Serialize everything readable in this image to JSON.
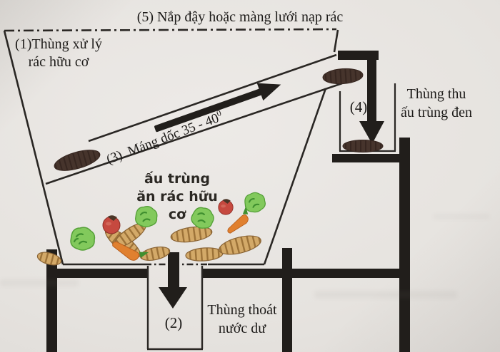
{
  "figure": {
    "labels": {
      "lid": "(5) Nắp đậy hoặc màng lưới nạp rác",
      "bin_line1": "(1)Thùng xử lý",
      "bin_line2": "rác hữu cơ",
      "chute": "(3)  Máng dốc 35 - 40",
      "chute_degree": "0",
      "collect_num": "(4)",
      "collect_line1": "Thùng thu",
      "collect_line2": "ấu trùng đen",
      "larvae_line1": "ấu trùng",
      "larvae_line2": "ăn rác hữu cơ",
      "drain_num": "(2)",
      "drain_line1": "Thùng thoát",
      "drain_line2": "nước dư"
    },
    "colors": {
      "paper": "#e6e3df",
      "ink": "#1d1b19",
      "bar_black": "#211e1b",
      "larva_tan": "#d3a968",
      "larva_stripe": "#9c7238",
      "larva_dark": "#46342c",
      "cabbage_green": "#82c95c",
      "cabbage_dark": "#3f8f2f",
      "tomato_red": "#c6493f",
      "carrot_orange": "#e0802f"
    }
  }
}
